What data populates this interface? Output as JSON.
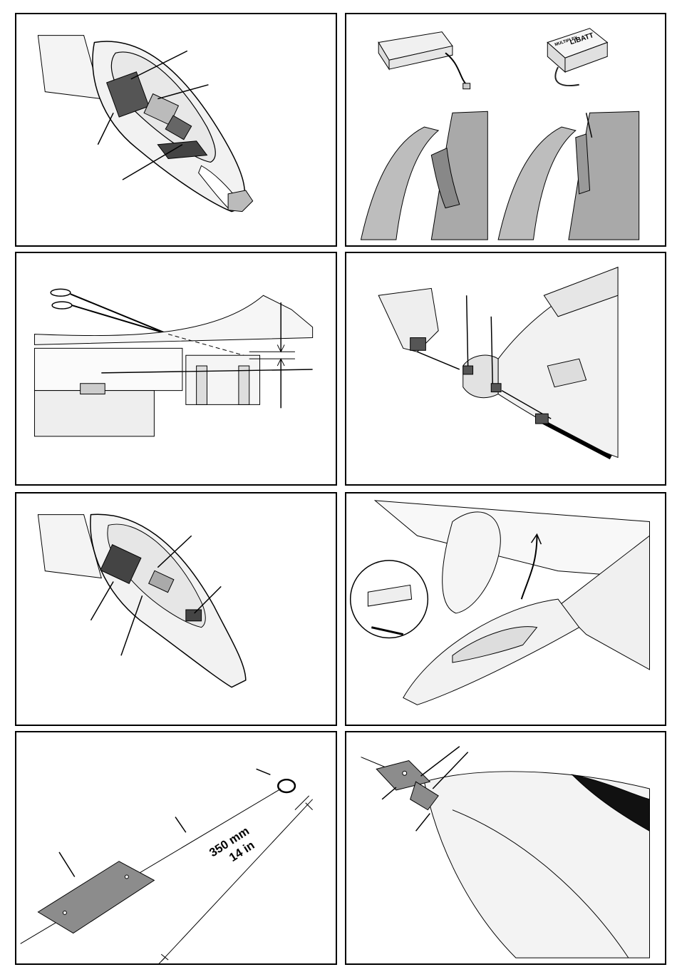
{
  "figures": {
    "measure": {
      "distance_mm": "350 mm",
      "distance_in": "14 in"
    },
    "battery_label_brand": "MULTIPLEX",
    "battery_label_type": "LiBATT"
  },
  "colors": {
    "line": "#000000",
    "part_fill": "#f2f2f2",
    "dark_part": "#333333",
    "mid_gray": "#9a9a9a",
    "tape_gray": "#8c8c8c"
  }
}
